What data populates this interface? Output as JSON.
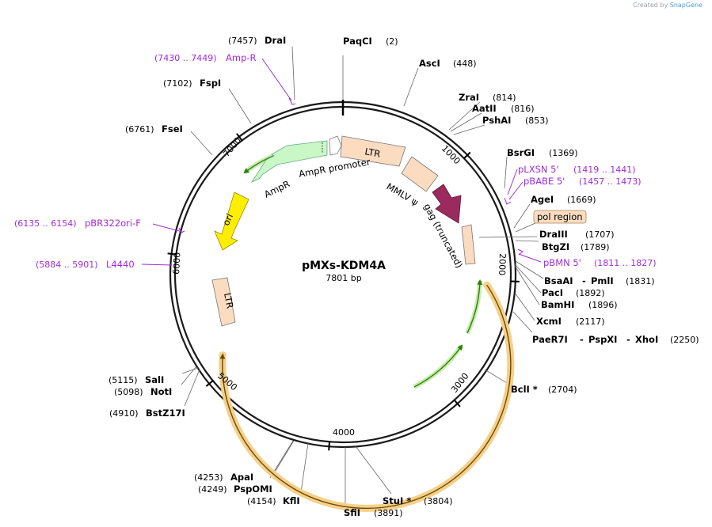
{
  "plasmid": {
    "name": "pMXs-KDM4A",
    "size_label": "7801 bp"
  },
  "watermark": {
    "prefix": "Created by",
    "brand": "SnapGene"
  },
  "ticks": [
    "1000",
    "2000",
    "3000",
    "4000",
    "5000",
    "6000",
    "7000"
  ],
  "features": {
    "ltr_top": "LTR",
    "mmlv_psi": "MMLV ψ",
    "gag": "gag (truncated)",
    "ampr": "AmpR",
    "ampr_promoter": "AmpR promoter",
    "ori": "ori",
    "ltr_left": "LTR",
    "pol_region": "pol region"
  },
  "sites": [
    {
      "id": "paqci",
      "name": "PaqCI",
      "pos": "(2)"
    },
    {
      "id": "asci",
      "name": "AscI",
      "pos": "(448)"
    },
    {
      "id": "zrai",
      "name": "ZraI",
      "pos": "(814)"
    },
    {
      "id": "aatii",
      "name": "AatII",
      "pos": "(816)"
    },
    {
      "id": "pshai",
      "name": "PshAI",
      "pos": "(853)"
    },
    {
      "id": "bsrgi",
      "name": "BsrGI",
      "pos": "(1369)"
    },
    {
      "id": "agei",
      "name": "AgeI",
      "pos": "(1669)"
    },
    {
      "id": "draiii",
      "name": "DraIII",
      "pos": "(1707)"
    },
    {
      "id": "btgzi",
      "name": "BtgZI",
      "pos": "(1789)"
    },
    {
      "id": "bsaai",
      "name": "BsaAI",
      "sep": "-",
      "name2": "PmlI",
      "pos": "(1831)"
    },
    {
      "id": "paci",
      "name": "PacI",
      "pos": "(1892)"
    },
    {
      "id": "bamhi",
      "name": "BamHI",
      "pos": "(1896)"
    },
    {
      "id": "xcmi",
      "name": "XcmI",
      "pos": "(2117)"
    },
    {
      "id": "paer7i",
      "name": "PaeR7I",
      "sep": "-",
      "name2": "PspXI",
      "sep2": "-",
      "name3": "XhoI",
      "pos": "(2250)"
    },
    {
      "id": "bcli",
      "name": "BclI *",
      "pos": "(2704)"
    },
    {
      "id": "stui",
      "name": "StuI *",
      "pos": "(3804)"
    },
    {
      "id": "sfii",
      "name": "SfiI",
      "pos": "(3891)"
    },
    {
      "id": "kfli",
      "name": "KflI",
      "pos": "(4154)"
    },
    {
      "id": "pspomi",
      "name": "PspOMI",
      "pos": "(4249)"
    },
    {
      "id": "apai",
      "name": "ApaI",
      "pos": "(4253)"
    },
    {
      "id": "bstz17i",
      "name": "BstZ17I",
      "pos": "(4910)"
    },
    {
      "id": "noti",
      "name": "NotI",
      "pos": "(5098)"
    },
    {
      "id": "sali",
      "name": "SalI",
      "pos": "(5115)"
    },
    {
      "id": "fsei",
      "name": "FseI",
      "pos": "(6761)"
    },
    {
      "id": "fspi",
      "name": "FspI",
      "pos": "(7102)"
    },
    {
      "id": "drai",
      "name": "DraI",
      "pos": "(7457)"
    }
  ],
  "primers": [
    {
      "id": "ampr-primer",
      "name": "Amp-R",
      "range": "(7430 .. 7449)"
    },
    {
      "id": "plxsn",
      "name": "pLXSN 5'",
      "range": "(1419 .. 1441)"
    },
    {
      "id": "pbabe",
      "name": "pBABE 5'",
      "range": "(1457 .. 1473)"
    },
    {
      "id": "pbmn",
      "name": "pBMN 5'",
      "range": "(1811 .. 1827)"
    },
    {
      "id": "pbr322ori",
      "name": "pBR322ori-F",
      "range": "(6135 .. 6154)"
    },
    {
      "id": "l4440",
      "name": "L4440",
      "range": "(5884 .. 5901)"
    }
  ],
  "colors": {
    "backbone": "#1a1a1a",
    "ltr": "#fbdcc0",
    "gag": "#9b2a5e",
    "ampr": "#c9f7c5",
    "ori": "#ffee00",
    "orf_halo": "#f5d08a",
    "orf_line": "#6b4a00",
    "orf_green": "#5fc23a",
    "primer": "#a02cd6",
    "pol_box": "#fbdcc0"
  }
}
